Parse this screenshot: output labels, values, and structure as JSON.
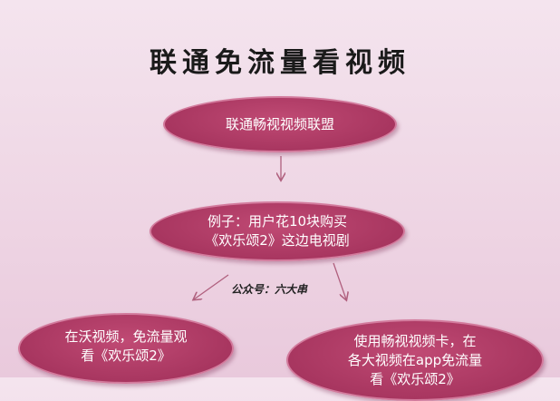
{
  "title": "联通免流量看视频",
  "nodes": {
    "top": {
      "line1": "联通畅视视频联盟"
    },
    "middle": {
      "line1": "例子：用户花10块购买",
      "line2": "《欢乐颂2》这边电视剧"
    },
    "left": {
      "line1": "在沃视频，免流量观",
      "line2": "看《欢乐颂2》"
    },
    "right": {
      "line1": "使用畅视视频卡，在",
      "line2": "各大视频在app免流量",
      "line3": "看《欢乐颂2》"
    }
  },
  "label": "公众号：六大串",
  "colors": {
    "node_fill": "#a83660",
    "arrow": "#b0607e"
  }
}
